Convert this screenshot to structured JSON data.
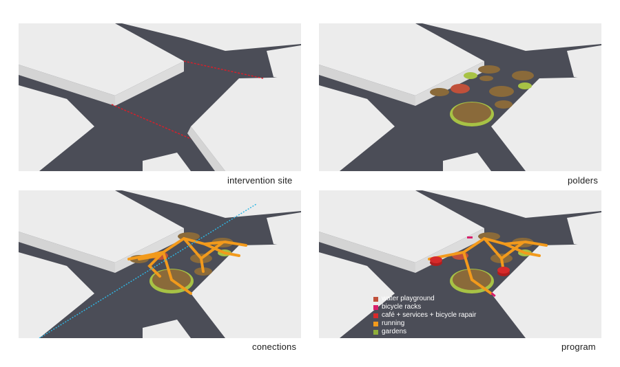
{
  "panels": [
    {
      "id": "site",
      "caption": "intervention site"
    },
    {
      "id": "polders",
      "caption": "polders"
    },
    {
      "id": "connections",
      "caption": "conections"
    },
    {
      "id": "program",
      "caption": "program"
    }
  ],
  "legend": [
    {
      "label": "water playground",
      "color": "#c0503a"
    },
    {
      "label": "bicycle racks",
      "color": "#d81f6b"
    },
    {
      "label": "café + services + bicycle rapair",
      "color": "#d72a2a"
    },
    {
      "label": "running",
      "color": "#f29a1c"
    },
    {
      "label": "gardens",
      "color": "#8fae3a"
    }
  ],
  "colors": {
    "road": "#4b4d57",
    "building": "#ececec",
    "building_side": "#d4d4d4",
    "site_line": "#d81f2a",
    "garden": "#8a6a3a",
    "garden_light": "#a7c245",
    "path": "#f29a1c",
    "water": "#c0503a",
    "dashed": "#2fb6e3"
  }
}
